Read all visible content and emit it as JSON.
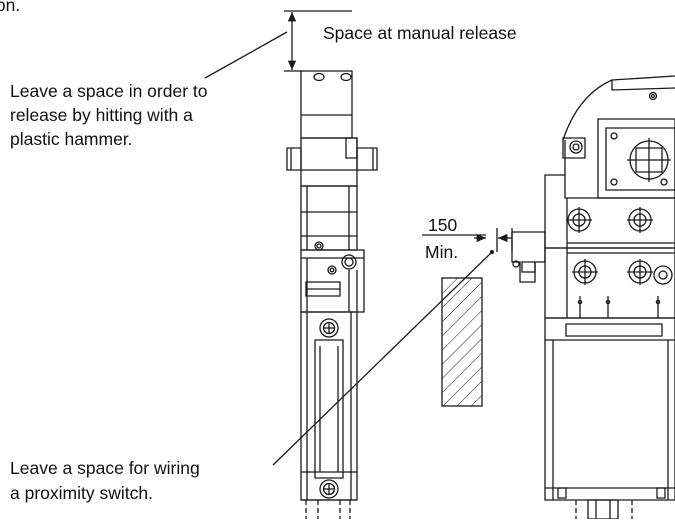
{
  "header": {
    "fragment": "ion."
  },
  "annotations": {
    "manual_release_space": "Space at manual release",
    "hammer_space": [
      "Leave a space in order to",
      "release by hitting with a",
      "plastic hammer."
    ],
    "wiring_space": [
      "Leave a space for wiring",
      "a proximity switch."
    ],
    "dimension_value": "150",
    "dimension_suffix": "Min."
  },
  "colors": {
    "line": "#1a1a1a",
    "background": "#ffffff"
  }
}
